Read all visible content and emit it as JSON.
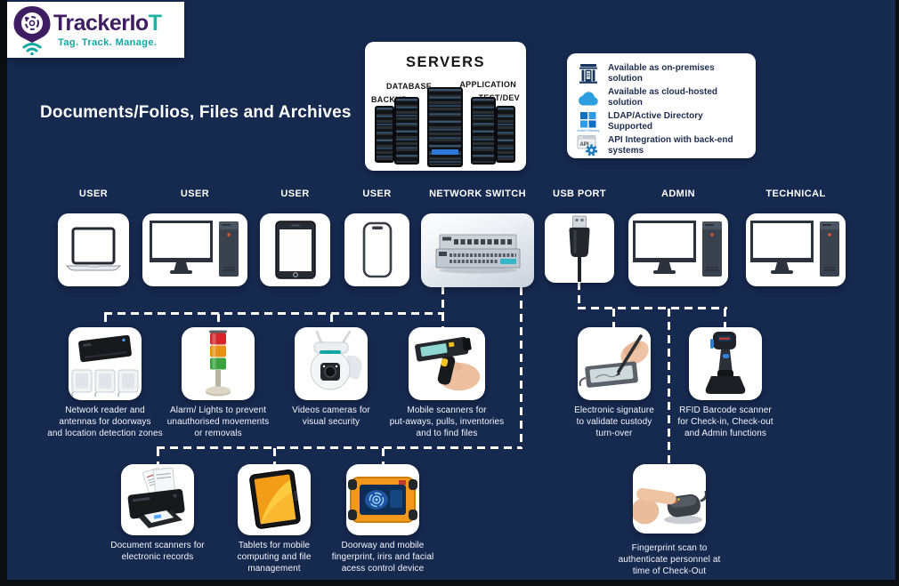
{
  "colors": {
    "background_navy": "#16294f",
    "brand_purple": "#3f1d63",
    "brand_teal": "#1fb3a6",
    "card_white": "#ffffff",
    "connector_white": "#ffffff"
  },
  "logo": {
    "brand_main": "TrackerIo",
    "brand_accent": "T",
    "tagline": "Tag. Track. Manage."
  },
  "title": "Documents/Folios, Files and Archives",
  "servers": {
    "title": "SERVERS",
    "database": "DATABASE",
    "backup": "BACKUP",
    "application": "APPLICATION",
    "testdev": "TEST/DEV"
  },
  "legend": {
    "items": [
      {
        "icon": "on-premises-building-icon",
        "label": "Available as on-premises solution"
      },
      {
        "icon": "cloud-icon",
        "label": "Available as cloud-hosted solution"
      },
      {
        "icon": "active-directory-icon",
        "label": "LDAP/Active Directory Supported"
      },
      {
        "icon": "api-gear-icon",
        "label": "API Integration with back-end\nsystems"
      }
    ],
    "active_directory_caption": "Active Directory",
    "api_label": "API"
  },
  "device_row": {
    "labels": [
      "USER",
      "USER",
      "USER",
      "USER",
      "NETWORK SWITCH",
      "USB PORT",
      "ADMIN",
      "TECHNICAL"
    ]
  },
  "peripherals": [
    {
      "name": "network-reader",
      "caption": "Network reader and\nantennas for doorways\nand location detection zones"
    },
    {
      "name": "alarm-lights",
      "caption": "Alarm/ Lights to prevent\nunauthorised movements\nor removals"
    },
    {
      "name": "video-camera",
      "caption": "Videos cameras for\nvisual security"
    },
    {
      "name": "mobile-scanner",
      "caption": "Mobile scanners for\nput-aways, pulls, inventories\nand to find files"
    },
    {
      "name": "electronic-signature",
      "caption": "Electronic signature\nto validate custody\nturn-over"
    },
    {
      "name": "rfid-barcode-scanner",
      "caption": "RFID Barcode scanner\nfor Check-in, Check-out\nand Admin functions"
    }
  ],
  "bottom_devices": [
    {
      "name": "document-scanner",
      "caption": "Document scanners for\nelectronic records"
    },
    {
      "name": "mobile-tablet",
      "caption": "Tablets for mobile\ncomputing and file\nmanagement"
    },
    {
      "name": "access-control-device",
      "caption": "Doorway and mobile\nfingerprint, irirs and facial\nacess control device"
    },
    {
      "name": "fingerprint-scanner",
      "caption": "Fingerprint scan to\nauthenticate personnel at\ntime of Check-Out"
    }
  ]
}
